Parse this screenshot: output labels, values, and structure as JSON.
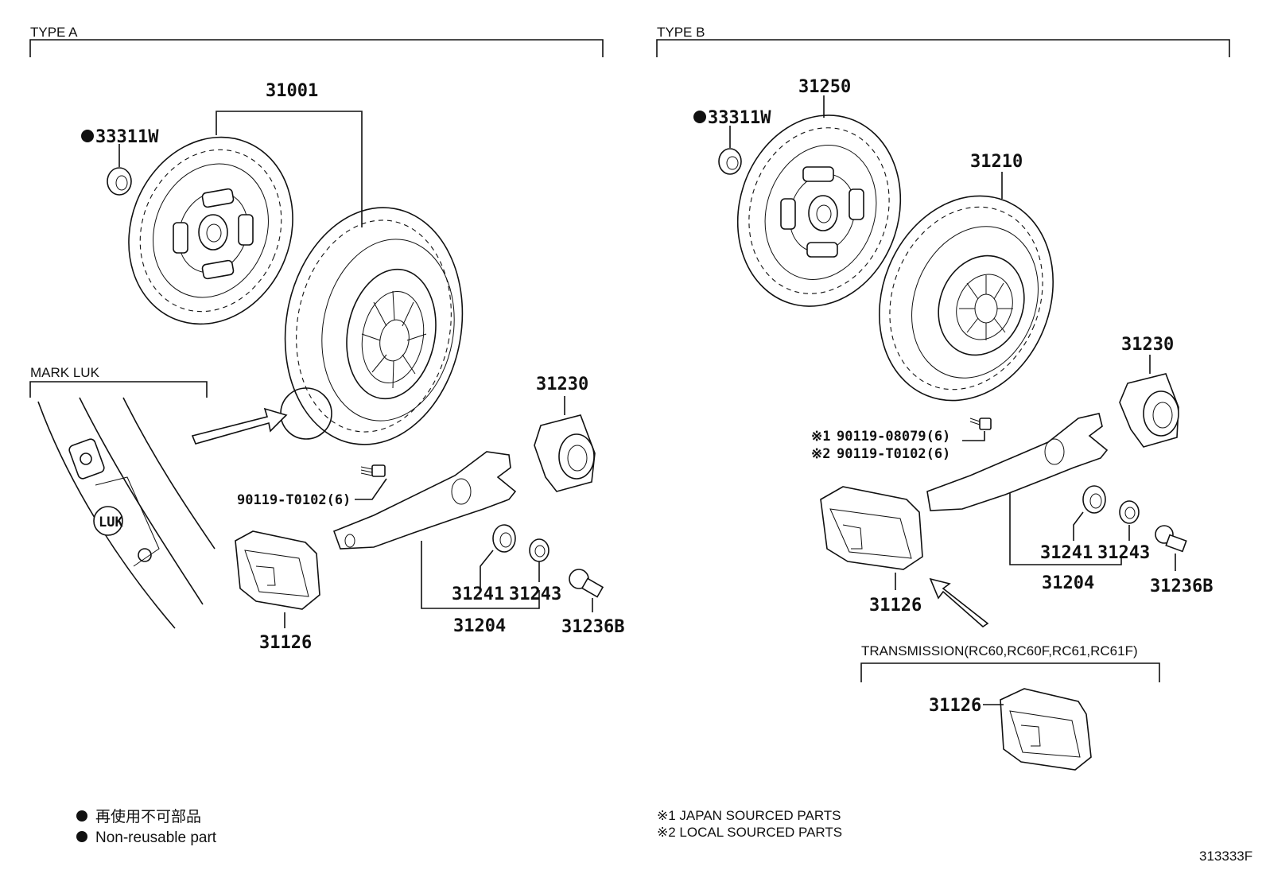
{
  "sections": {
    "type_a": "TYPE A",
    "type_b": "TYPE B",
    "mark_luk": "MARK LUK",
    "transmission": "TRANSMISSION(RC60,RC60F,RC61,RC61F)"
  },
  "type_a": {
    "clutch_disc_assy": "31001",
    "bearing": "33311W",
    "release_bearing": "31230",
    "bolt": "90119-T0102(6)",
    "boot": "31126",
    "fork": "31204",
    "fork_part_1": "31241",
    "fork_part_2": "31243",
    "pivot": "31236B",
    "luk_logo": "LUK"
  },
  "type_b": {
    "bearing": "33311W",
    "disc": "31250",
    "cover": "31210",
    "release_bearing": "31230",
    "bolt_1_mark": "※1",
    "bolt_1": "90119-08079(6)",
    "bolt_2_mark": "※2",
    "bolt_2": "90119-T0102(6)",
    "boot": "31126",
    "fork": "31204",
    "fork_part_1": "31241",
    "fork_part_2": "31243",
    "pivot": "31236B",
    "transmission_boot": "31126"
  },
  "legend": {
    "non_reusable_jp": "再使用不可部品",
    "non_reusable_en": "Non-reusable part",
    "note_1": "※1 JAPAN SOURCED PARTS",
    "note_2": "※2 LOCAL SOURCED PARTS"
  },
  "figure_id": "313333F"
}
